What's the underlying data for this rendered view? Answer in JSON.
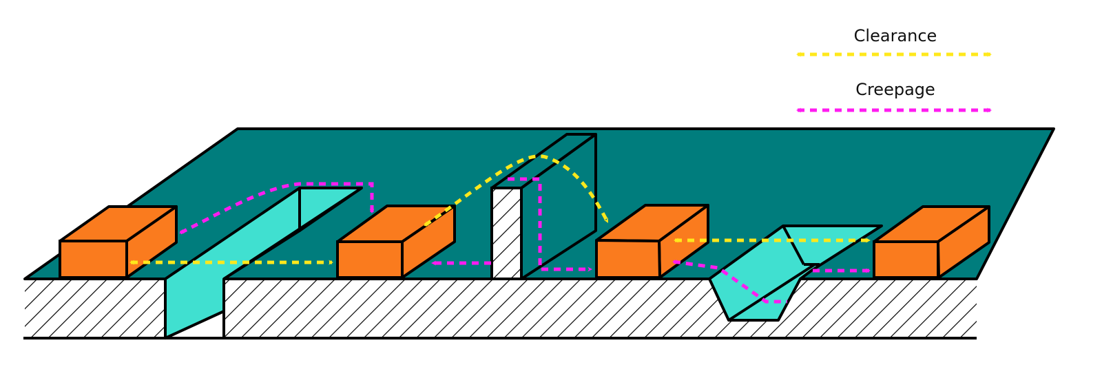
{
  "legend": {
    "items": [
      {
        "label": "Clearance",
        "color": "#FFE81C",
        "style": "dashed-double-arrow"
      },
      {
        "label": "Creepage",
        "color": "#FF1CF0",
        "style": "dashed-double-arrow"
      }
    ]
  },
  "colors": {
    "board_surface": "#007D7D",
    "slot_wall": "#40E0D0",
    "component": "#FA7B1E",
    "outline": "#000000",
    "substrate_background": "#FFFFFF",
    "hatch": "#000000",
    "clearance": "#FFE81C",
    "creepage": "#FF1CF0"
  },
  "diagram": {
    "subject": "PCB clearance vs creepage distances",
    "components": [
      {
        "id": "pad-1",
        "description": "leftmost orange component"
      },
      {
        "id": "pad-2",
        "description": "second orange component, right of slot"
      },
      {
        "id": "pad-3",
        "description": "third orange component, right of barrier wall"
      },
      {
        "id": "pad-4",
        "description": "rightmost orange component, right of V-groove"
      }
    ],
    "features": [
      {
        "id": "slot-cutout",
        "description": "milled slot between pad-1 and pad-2"
      },
      {
        "id": "barrier-wall",
        "description": "raised insulating barrier between pad-2 and pad-3"
      },
      {
        "id": "v-groove",
        "description": "V-shaped groove between pad-3 and pad-4"
      }
    ],
    "paths": [
      {
        "type": "Clearance",
        "from": "pad-1",
        "to": "pad-2",
        "route": "straight through air over slot"
      },
      {
        "type": "Creepage",
        "from": "pad-2",
        "to": "pad-1",
        "route": "around end of slot along surface"
      },
      {
        "type": "Clearance",
        "from": "pad-2",
        "to": "pad-3",
        "route": "arc over barrier wall"
      },
      {
        "type": "Creepage",
        "from": "pad-2",
        "to": "pad-3",
        "route": "up and over barrier wall surface"
      },
      {
        "type": "Clearance",
        "from": "pad-3",
        "to": "pad-4",
        "route": "straight through air over V-groove"
      },
      {
        "type": "Creepage",
        "from": "pad-3",
        "to": "pad-4",
        "route": "down into and out of V-groove"
      }
    ]
  }
}
